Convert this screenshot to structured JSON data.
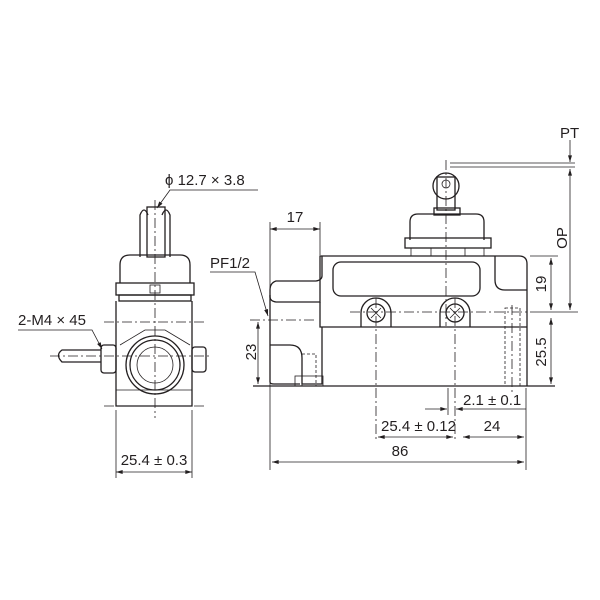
{
  "labels": {
    "shaft_dim": "ϕ 12.7 × 3.8",
    "mount_screw": "2-M4 × 45",
    "width_front": "25.4 ± 0.3",
    "conduit": "PF1/2",
    "dim_17": "17",
    "dim_23": "23",
    "dim_19": "19",
    "dim_25_5": "25.5",
    "pt": "PT",
    "op": "OP",
    "dim_2_1": "2.1 ± 0.1",
    "dim_25_4": "25.4 ± 0.12",
    "dim_24": "24",
    "dim_86": "86"
  }
}
